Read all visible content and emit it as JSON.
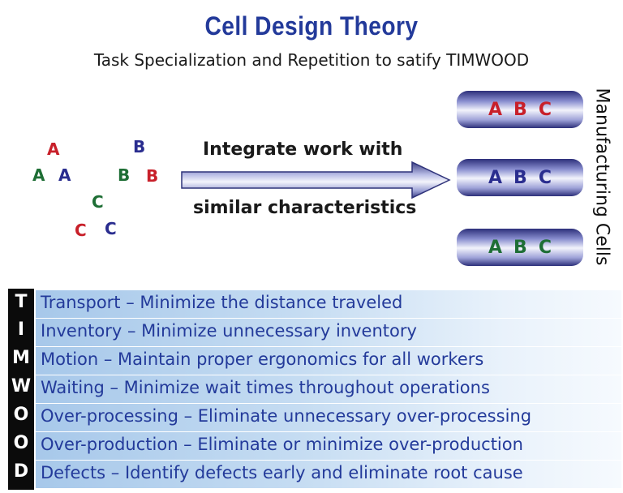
{
  "title": "Cell Design Theory",
  "subtitle": "Task Specialization and Repetition to satify TIMWOOD",
  "scattered_letters": [
    {
      "text": "A",
      "color": "red"
    },
    {
      "text": "B",
      "color": "blue"
    },
    {
      "text": "A",
      "color": "green"
    },
    {
      "text": "A",
      "color": "blue"
    },
    {
      "text": "B",
      "color": "green"
    },
    {
      "text": "B",
      "color": "red"
    },
    {
      "text": "C",
      "color": "green"
    },
    {
      "text": "C",
      "color": "red"
    },
    {
      "text": "C",
      "color": "blue"
    }
  ],
  "arrow": {
    "line1": "Integrate work with",
    "line2": "similar characteristics"
  },
  "cells": [
    {
      "letters": [
        "A",
        "B",
        "C"
      ],
      "color": "red"
    },
    {
      "letters": [
        "A",
        "B",
        "C"
      ],
      "color": "blue"
    },
    {
      "letters": [
        "A",
        "B",
        "C"
      ],
      "color": "green"
    }
  ],
  "cells_label": "Manufacturing Cells",
  "timwood_letters": [
    "T",
    "I",
    "M",
    "W",
    "O",
    "O",
    "D"
  ],
  "timwood_items": [
    "Transport – Minimize the distance traveled",
    "Inventory – Minimize unnecessary inventory",
    "Motion – Maintain proper ergonomics for all workers",
    "Waiting – Minimize wait times throughout operations",
    "Over-processing – Eliminate unnecessary over-processing",
    "Over-production – Eliminate or minimize over-production",
    "Defects – Identify defects early and eliminate root cause"
  ],
  "colors": {
    "title_blue": "#233a9a",
    "red": "#c8202a",
    "blue": "#2a2d8f",
    "green": "#1e6e35"
  }
}
